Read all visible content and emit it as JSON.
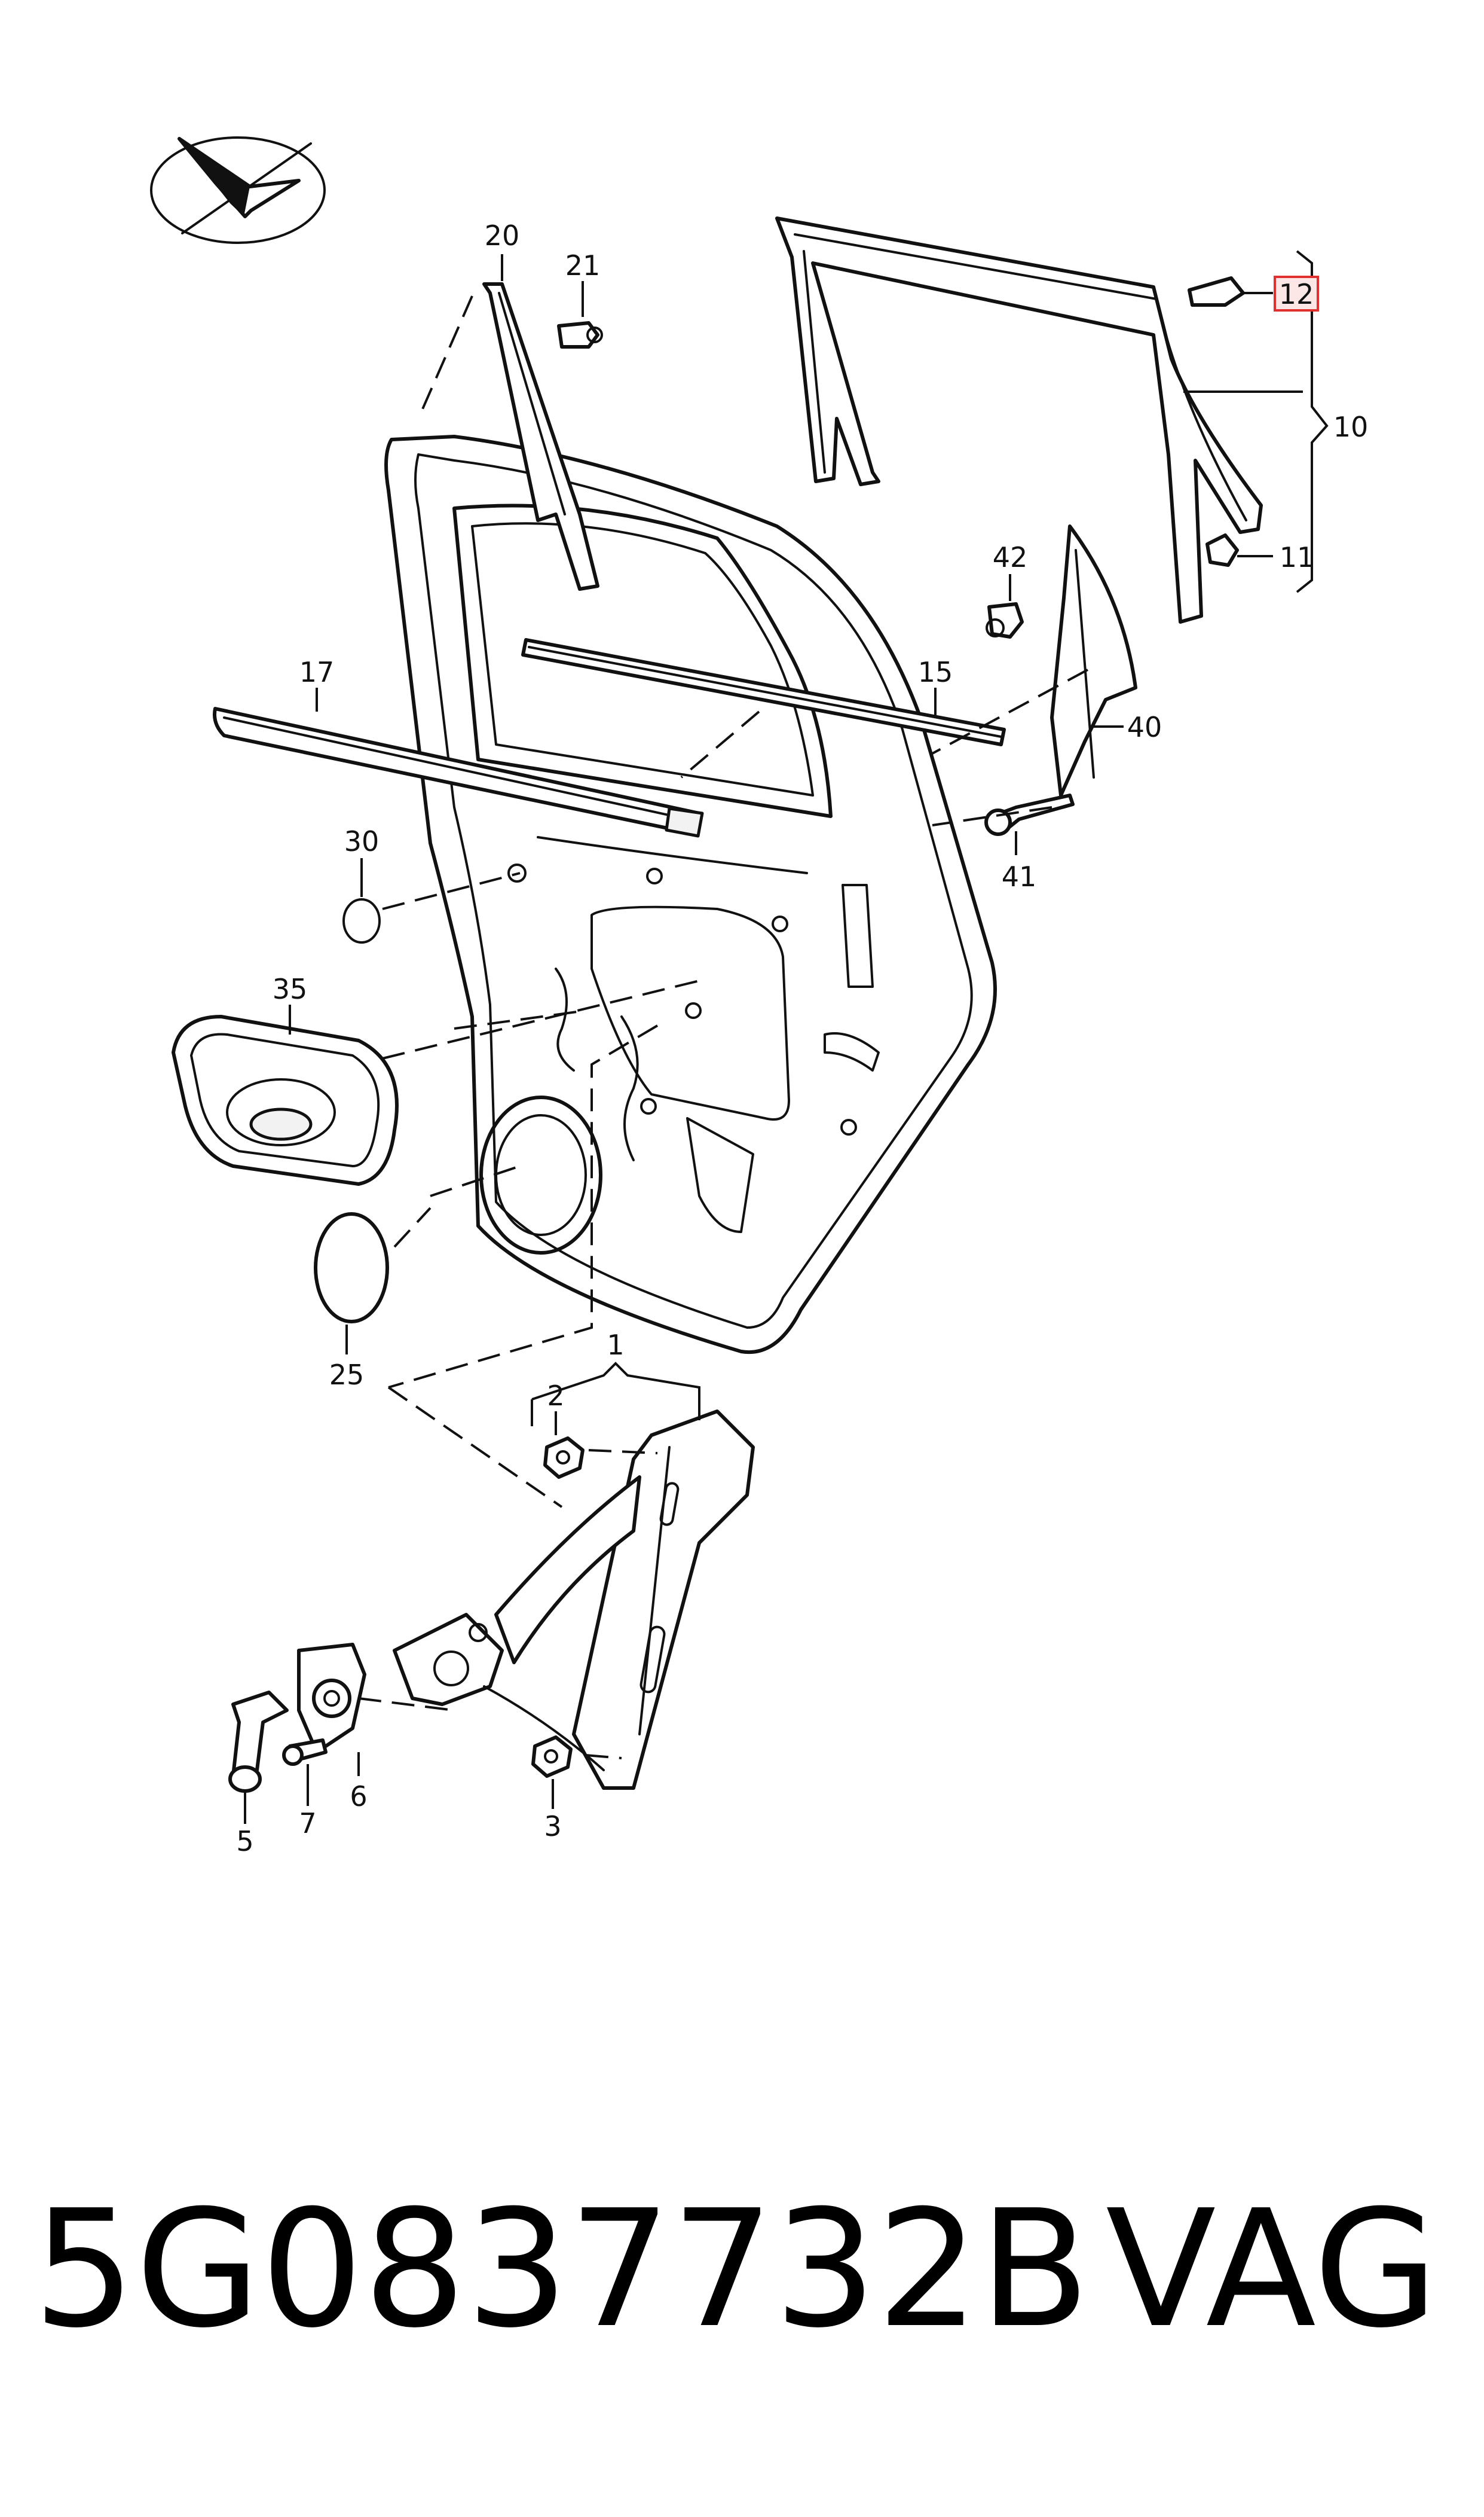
{
  "callouts": {
    "c1": "1",
    "c2": "2",
    "c3": "3",
    "c5": "5",
    "c6": "6",
    "c7": "7",
    "c10": "10",
    "c11": "11",
    "c12": "12",
    "c15": "15",
    "c17": "17",
    "c20": "20",
    "c21": "21",
    "c25": "25",
    "c30": "30",
    "c35": "35",
    "c40": "40",
    "c41": "41",
    "c42": "42"
  },
  "highlighted_callout": "12",
  "highlight_color": "#e03030",
  "part_number": "5G0837732B",
  "brand": "VAG"
}
